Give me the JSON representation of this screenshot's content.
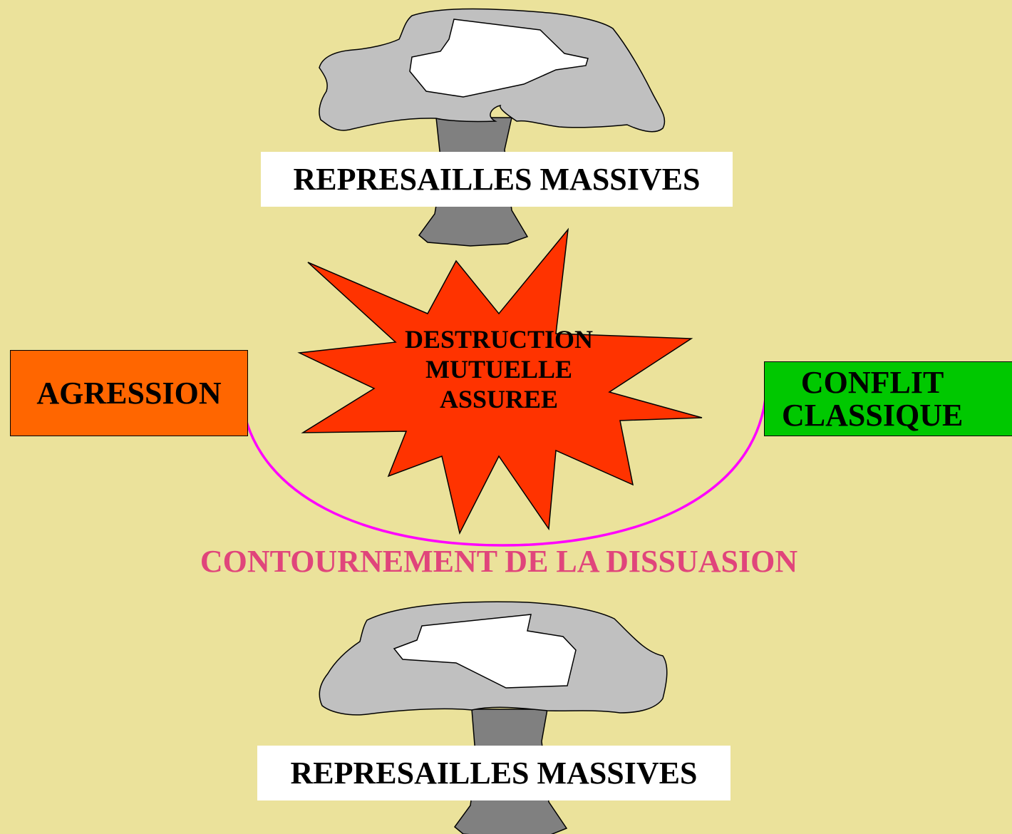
{
  "labels": {
    "top_retaliation": "REPRESAILLES MASSIVES",
    "bottom_retaliation": "REPRESAILLES MASSIVES",
    "aggression": "AGRESSION",
    "conventional_line1": "CONFLIT",
    "conventional_line2": "CLASSIQUE",
    "star_line1": "DESTRUCTION",
    "star_line2": "MUTUELLE",
    "star_line3": "ASSUREE",
    "caption": "CONTOURNEMENT DE LA DISSUASION"
  },
  "colors": {
    "background": "#ebe29b",
    "aggression_box": "#ff6600",
    "conventional_box": "#00c800",
    "star": "#ff3300",
    "arc": "#ff00ff",
    "caption": "#e0457b",
    "cloud": "#c0c0c0",
    "cloud_core": "#ffffff",
    "stem": "#808080"
  },
  "icons": {
    "top": "mushroom-cloud-icon",
    "bottom": "mushroom-cloud-icon",
    "center": "explosion-star-icon"
  }
}
